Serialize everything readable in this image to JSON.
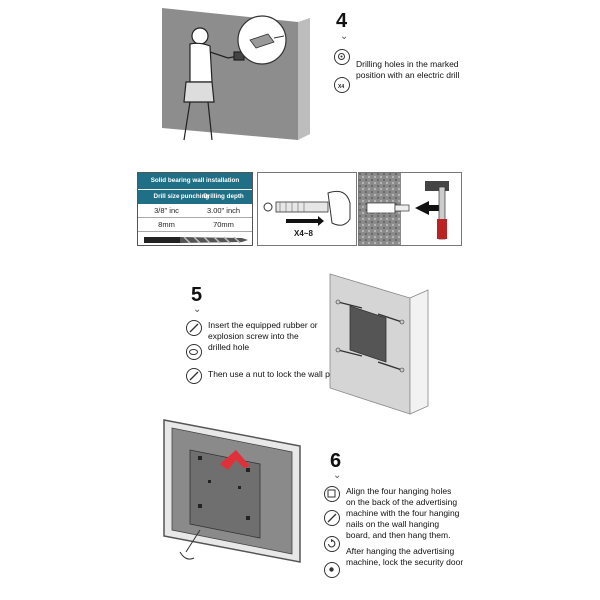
{
  "step4": {
    "number": "4",
    "drill_text_line1": "Drilling holes in the marked",
    "drill_text_line2": "position with an electric drill",
    "count_label": "X4"
  },
  "drill_table": {
    "title": "Solid bearing wall installation punching",
    "headers": [
      "Drill size",
      "Drilling depth"
    ],
    "rows": [
      [
        "3/8\" inc",
        "3.00\" inch"
      ],
      [
        "8mm",
        "70mm"
      ]
    ]
  },
  "anchor_label": "X4~8",
  "step5": {
    "number": "5",
    "line1": "Insert the equipped rubber or",
    "line2": "explosion screw into the",
    "line3": "drilled hole",
    "line4": "Then use a nut to lock the wall panel"
  },
  "step6": {
    "number": "6",
    "line1": "Align the four hanging holes",
    "line2": "on the back of the advertising",
    "line3": "machine with the four hanging",
    "line4": "nails on the wall hanging",
    "line5": "board, and then hang them.",
    "line6": "After hanging the advertising",
    "line7": "machine, lock the security door"
  },
  "colors": {
    "table_header": "#1f6f86",
    "arrow_red": "#e0303a",
    "wall_gray": "#8a8a8a"
  }
}
